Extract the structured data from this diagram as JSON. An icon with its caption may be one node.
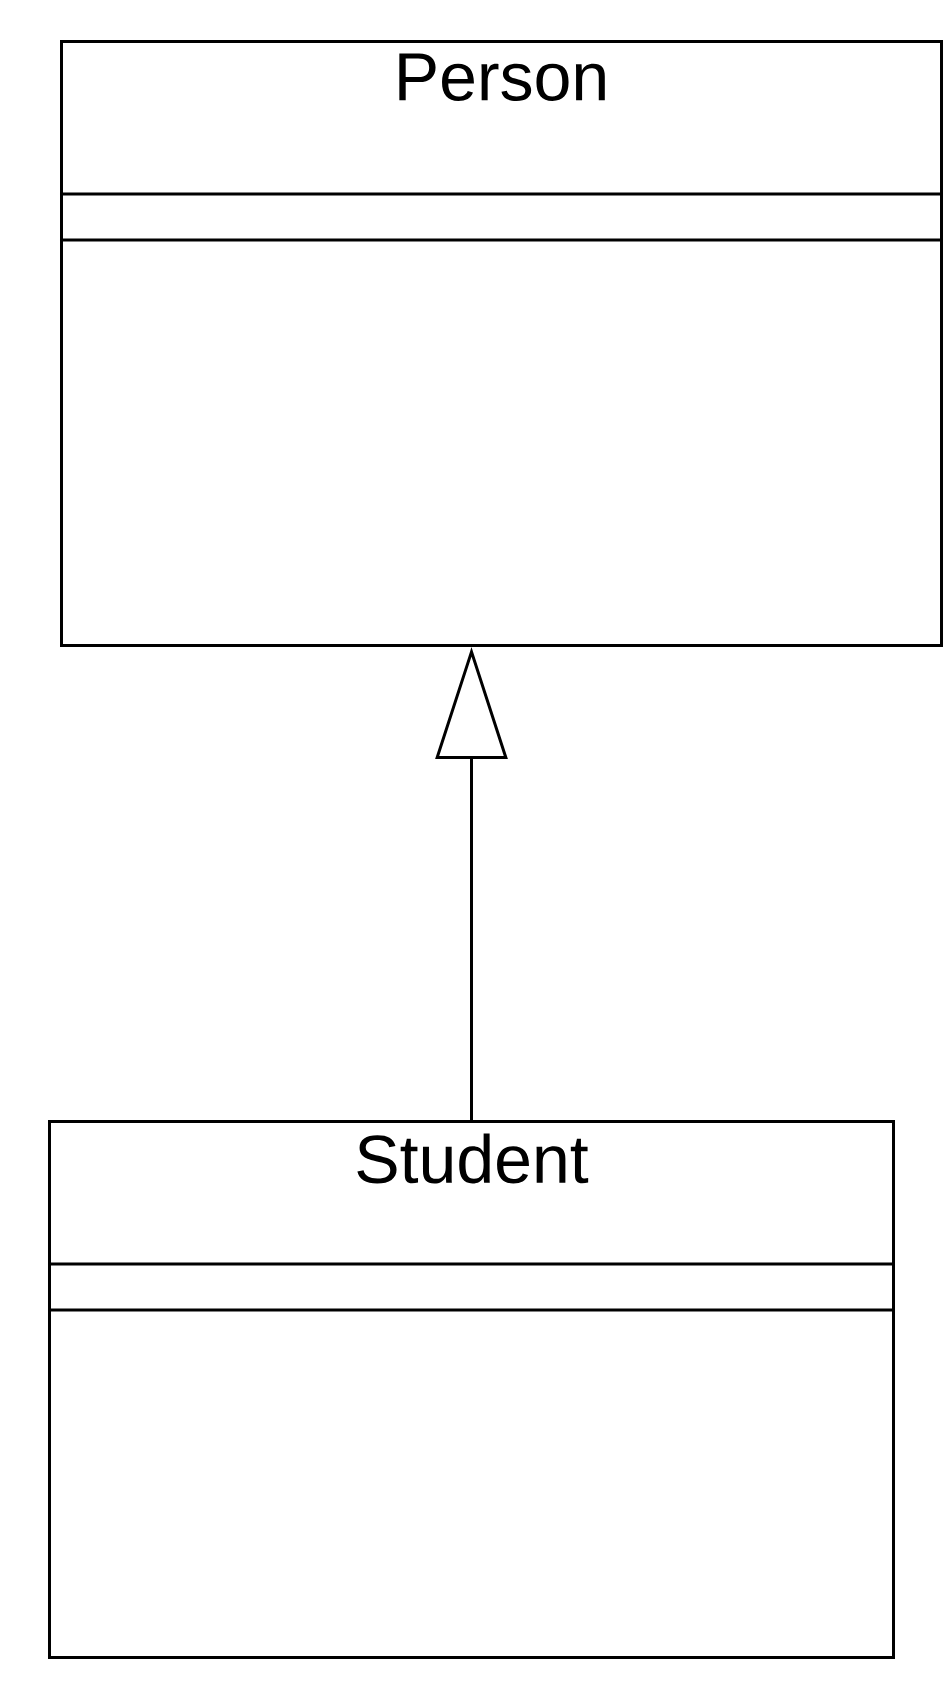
{
  "diagram": {
    "nodes": [
      {
        "text": [
          "Person"
        ]
      },
      {
        "text": [
          "Student"
        ]
      }
    ],
    "edges": [
      {
        "from": 1,
        "to": 0,
        "arrow": "to"
      }
    ]
  }
}
